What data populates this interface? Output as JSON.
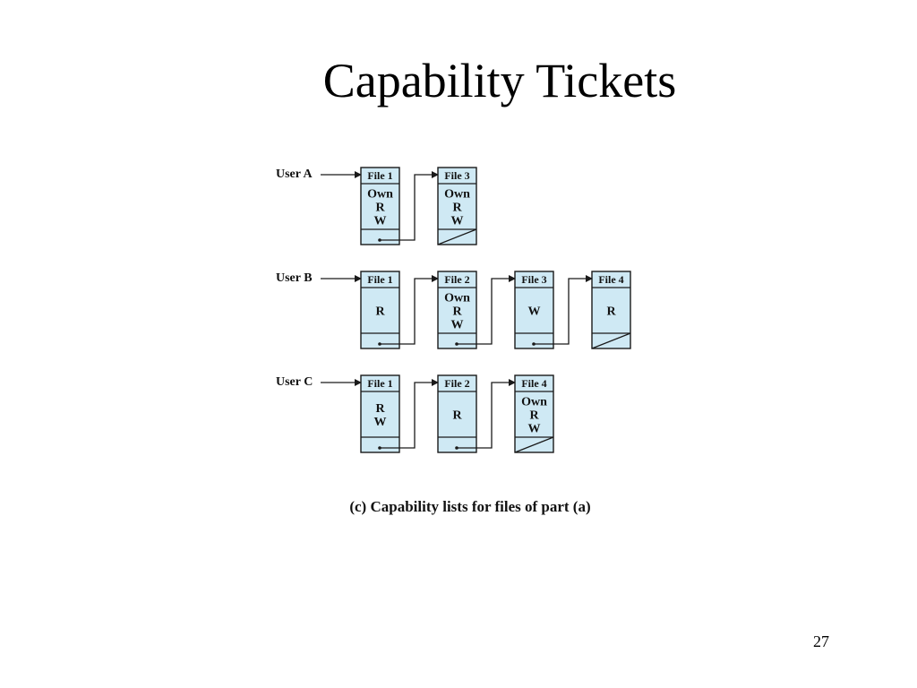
{
  "slide": {
    "title": "Capability Tickets",
    "caption": "(c) Capability lists for files of part (a)",
    "page_number": "27"
  },
  "diagram": {
    "colors": {
      "box_fill": "#cfe9f4",
      "stroke": "#1a1a1a",
      "text": "#111111"
    },
    "users": [
      {
        "name": "User A",
        "tickets": [
          {
            "file": "File 1",
            "rights": [
              "Own",
              "R",
              "W"
            ],
            "has_next": true
          },
          {
            "file": "File 3",
            "rights": [
              "Own",
              "R",
              "W"
            ],
            "has_next": false
          }
        ]
      },
      {
        "name": "User B",
        "tickets": [
          {
            "file": "File 1",
            "rights": [
              "R"
            ],
            "has_next": true
          },
          {
            "file": "File 2",
            "rights": [
              "Own",
              "R",
              "W"
            ],
            "has_next": true
          },
          {
            "file": "File 3",
            "rights": [
              "W"
            ],
            "has_next": true
          },
          {
            "file": "File 4",
            "rights": [
              "R"
            ],
            "has_next": false
          }
        ]
      },
      {
        "name": "User C",
        "tickets": [
          {
            "file": "File 1",
            "rights": [
              "R",
              "W"
            ],
            "has_next": true
          },
          {
            "file": "File 2",
            "rights": [
              "R"
            ],
            "has_next": true
          },
          {
            "file": "File 4",
            "rights": [
              "Own",
              "R",
              "W"
            ],
            "has_next": false
          }
        ]
      }
    ]
  }
}
